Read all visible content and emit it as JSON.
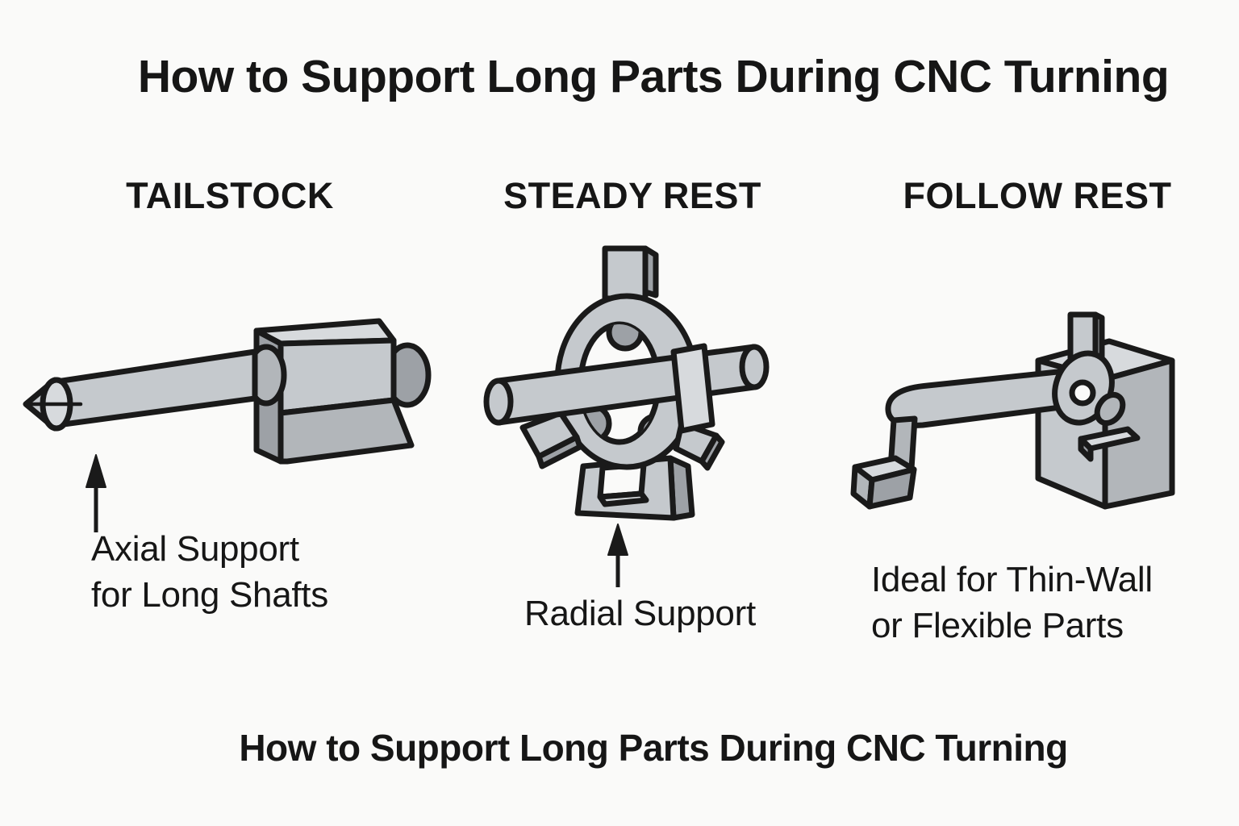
{
  "titles": {
    "top": "How to Support Long Parts During CNC Turning",
    "bottom": "How to Support Long Parts During CNC Turning"
  },
  "sections": [
    {
      "id": "tailstock",
      "header": "TAILSTOCK",
      "caption_lines": [
        "Axial Support",
        "for Long Shafts"
      ],
      "illustration": "long-shaft-with-pointed-center-held-by-tailstock-block"
    },
    {
      "id": "steady-rest",
      "header": "STEADY REST",
      "caption_lines": [
        "Radial Support"
      ],
      "illustration": "ring-shaped-steady-rest-with-rollers-clamped-around-shaft"
    },
    {
      "id": "follow-rest",
      "header": "FOLLOW REST",
      "caption_lines": [
        "Ideal for Thin-Wall",
        "or Flexible Parts"
      ],
      "illustration": "follow-rest-block-with-cam-knob-arm-and-contact-pad"
    }
  ],
  "icons": {
    "up_arrow": "↑"
  },
  "colors": {
    "background": "#fafaf9",
    "text": "#161616",
    "outline": "#1a1a1a",
    "metal_light": "#d7dadd",
    "metal_mid": "#c5c9cd",
    "metal_shadow": "#b2b6ba",
    "metal_dark": "#9da1a6"
  }
}
